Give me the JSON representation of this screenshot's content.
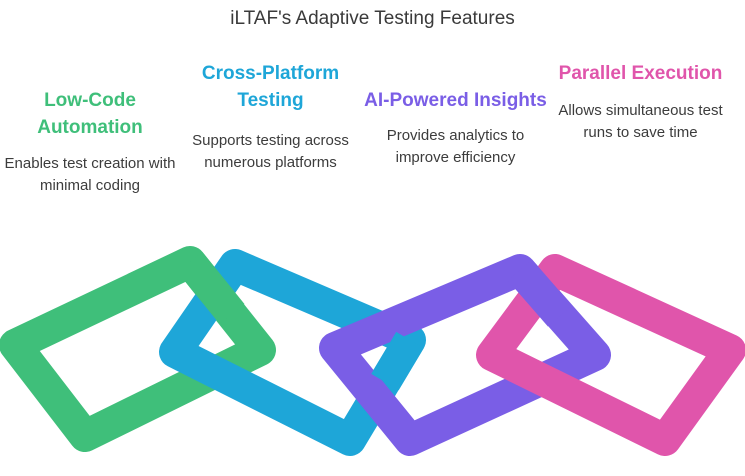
{
  "title": "iLTAF's Adaptive Testing Features",
  "features": [
    {
      "title": "Low-Code Automation",
      "description": "Enables test creation with minimal coding",
      "color": "#3fbf7a"
    },
    {
      "title": "Cross-Platform Testing",
      "description": "Supports testing across numerous platforms",
      "color": "#1ea6d8"
    },
    {
      "title": "AI-Powered Insights",
      "description": "Provides analytics to improve efficiency",
      "color": "#7a5ee6"
    },
    {
      "title": "Parallel Execution",
      "description": "Allows simultaneous test runs to save time",
      "color": "#e055ab"
    }
  ]
}
